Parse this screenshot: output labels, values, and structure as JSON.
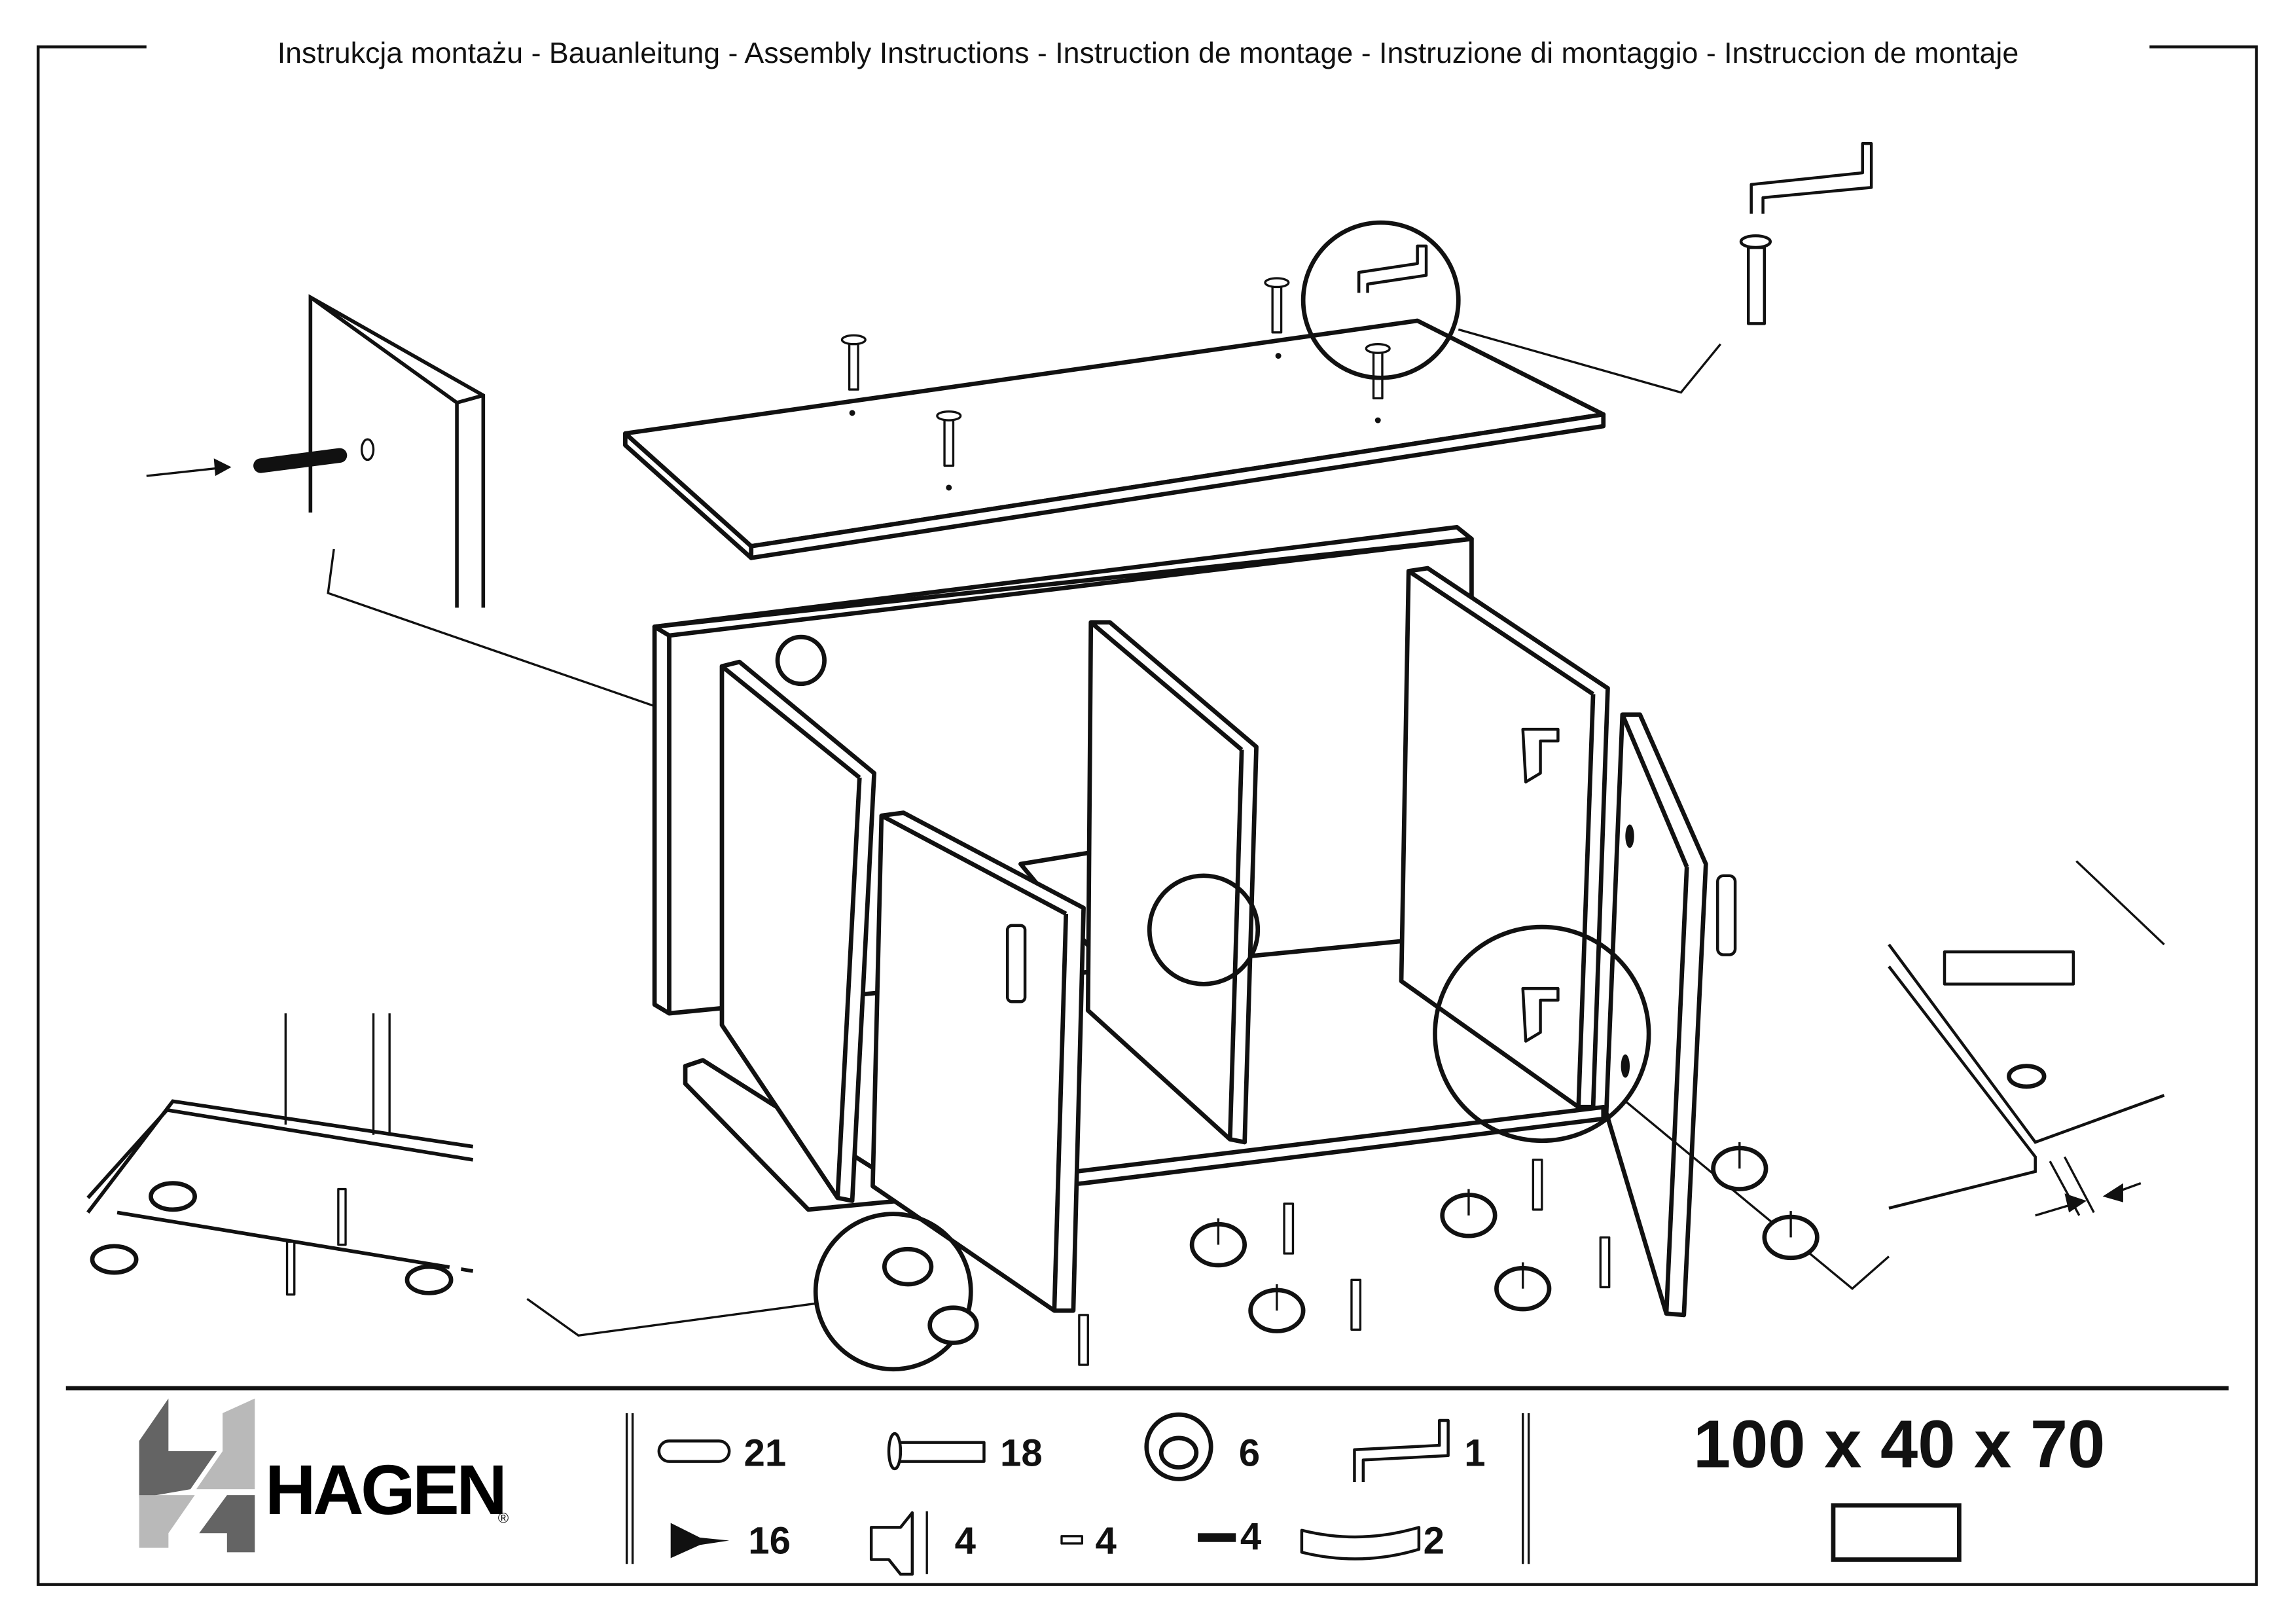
{
  "header": {
    "title": "Instrukcja montażu - Bauanleitung - Assembly Instructions - Instruction de montage -  Instruzione di montaggio - Instruccion de montaje"
  },
  "brand": {
    "name": "HAGEN",
    "registered": "®",
    "logo_dark": "#646464",
    "logo_light": "#b9b9b9"
  },
  "product": {
    "dimensions": "100 x 40 x 70"
  },
  "parts": [
    {
      "icon": "dowel-icon",
      "qty": "21"
    },
    {
      "icon": "confirmat-screw-icon",
      "qty": "18"
    },
    {
      "icon": "leveling-foot-icon",
      "qty": "6"
    },
    {
      "icon": "hex-key-icon",
      "qty": "1"
    },
    {
      "icon": "wood-screw-icon",
      "qty": "16"
    },
    {
      "icon": "hinge-icon",
      "qty": "4"
    },
    {
      "icon": "small-screw-icon",
      "qty": "4"
    },
    {
      "icon": "nail-icon",
      "qty": "4"
    },
    {
      "icon": "handle-icon",
      "qty": "2"
    }
  ]
}
